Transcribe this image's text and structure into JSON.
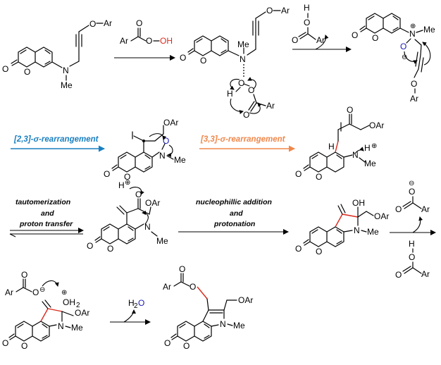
{
  "colors": {
    "accent_blue": "#1a7fc0",
    "accent_orange": "#f0874b",
    "heteroatom_blue": "#1a1ab4",
    "new_bond_red": "#d9291c"
  },
  "step_labels": {
    "rearr_23": "[2,3]-σ-rearrangement",
    "rearr_33": "[3,3]-σ-rearrangement",
    "taut_1": "tautomerization",
    "taut_2": "and",
    "taut_3": "proton transfer",
    "nuc_1": "nucleophillic addition",
    "nuc_2": "and",
    "nuc_3": "protonation"
  },
  "reagents": {
    "peracid_ar": "Ar",
    "peracid_o": "O",
    "peracid_oh": "OH",
    "acid_h": "H",
    "acid_o": "O",
    "acid_ar": "Ar",
    "water": "H",
    "water_sub": "2",
    "water_o": "O",
    "carboxylate_ar": "Ar",
    "carboxylate_o": "O",
    "carboxylate_minus": "⊖"
  },
  "atoms": {
    "o": "O",
    "n": "N",
    "me": "Me",
    "ar": "Ar",
    "oar": "OAr",
    "oh": "OH",
    "oh2": "OH",
    "h": "H",
    "plus": "⊕",
    "minus": "⊖"
  }
}
